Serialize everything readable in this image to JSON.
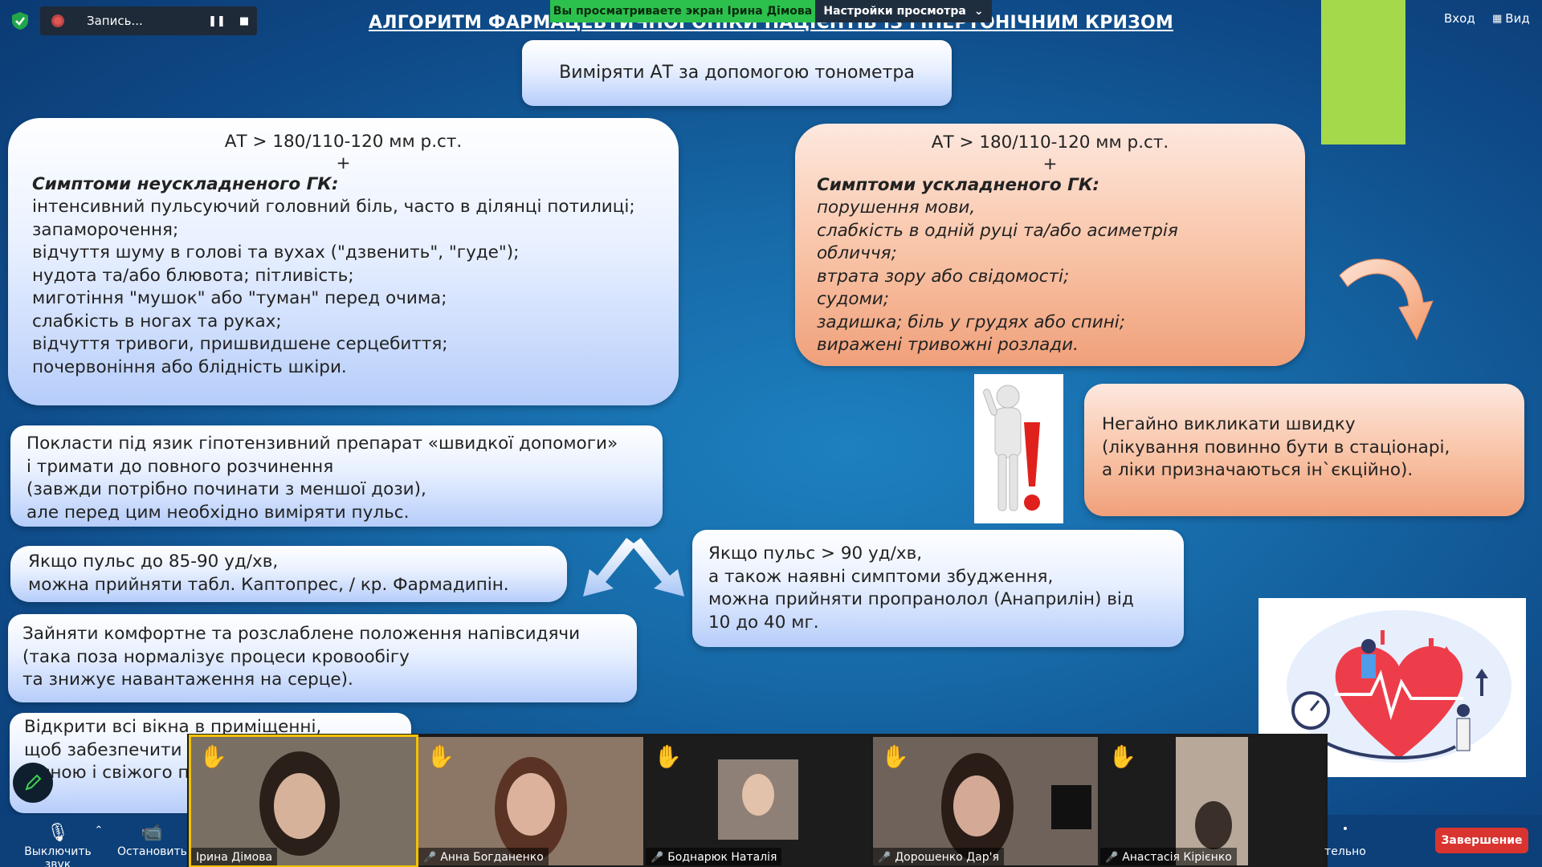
{
  "topbar": {
    "recording_label": "Запись...",
    "share_banner": "Вы просматриваете экран Ірина Дімова",
    "view_settings": "Настройки просмотра",
    "login": "Вход",
    "view": "Вид"
  },
  "slide": {
    "title": "АЛГОРИТМ ФАРМАЦЕВТИЧНОЇ ОПІКИ ПАЦІЄНТІВ ІЗ ГІПЕРТОНІЧНИМ КРИЗОМ",
    "measure": "Виміряти АТ за допомогою тонометра",
    "uncomplicated": {
      "bp": "АТ > 180/110-120 мм р.ст.",
      "plus": "+",
      "heading": "Симптоми неускладненого ГК:",
      "lines": [
        "інтенсивний пульсуючий головний біль, часто в ділянці потилиці;",
        "запаморочення;",
        "відчуття шуму в голові та вухах (\"дзвенить\", \"гуде\");",
        "нудота та/або блювота; пітливість;",
        "миготіння \"мушок\" або \"туман\" перед очима;",
        "слабкість в ногах та руках;",
        "відчуття тривоги, пришвидшене серцебиття;",
        "почервоніння або блідність шкіри."
      ]
    },
    "complicated": {
      "bp": "АТ > 180/110-120 мм р.ст.",
      "plus": "+",
      "heading": "Симптоми ускладненого ГК:",
      "lines": [
        "порушення мови,",
        "слабкість в одній руці та/або асиметрія",
        "обличчя;",
        "втрата зору або свідомості;",
        "судоми;",
        "задишка; біль у грудях або спині;",
        "виражені тривожні розлади."
      ]
    },
    "sublingual": [
      "Покласти під язик гіпотензивний препарат «швидкої допомоги»",
      "і тримати до повного розчинення",
      "(завжди потрібно починати з меншої дози),",
      "але перед цим необхідно виміряти пульс."
    ],
    "pulse_low": [
      "Якщо пульс до 85-90 уд/хв,",
      "можна прийняти табл. Каптопрес, / кр. Фармадипін."
    ],
    "pulse_high": [
      "Якщо пульс > 90 уд/хв,",
      "а також наявні симптоми збудження,",
      "можна прийняти пропранолол (Анаприлін) від",
      "10 до 40 мг."
    ],
    "position": [
      "Зайняти комфортне та розслаблене положення напівсидячи",
      "(така поза нормалізує процеси кровообігу",
      "та знижує навантаження на серце)."
    ],
    "windows": [
      "Відкрити всі вікна в приміщенні,",
      "щоб забезпечити",
      "...сною і свіжого п..."
    ],
    "ambulance": [
      "Негайно викликати швидку",
      "(лікування повинно бути в стаціонарі,",
      "а ліки призначаються ін`єкційно)."
    ]
  },
  "participants": [
    {
      "name": "Ірина Дімова",
      "muted": false,
      "active": true
    },
    {
      "name": "Анна Богданенко",
      "muted": true,
      "active": false
    },
    {
      "name": "Боднарюк Наталія",
      "muted": true,
      "active": false
    },
    {
      "name": "Дорошенко Дар'я",
      "muted": true,
      "active": false
    },
    {
      "name": "Анастасія Кірієнко",
      "muted": true,
      "active": false
    }
  ],
  "toolbar": {
    "mute": "Выключить звук",
    "stop_video": "Остановить",
    "partial_right": "тельно",
    "end": "Завершение"
  },
  "colors": {
    "share_banner": "#2cc14d",
    "end_button": "#d9342f",
    "accent_green": "#a3d94a"
  }
}
